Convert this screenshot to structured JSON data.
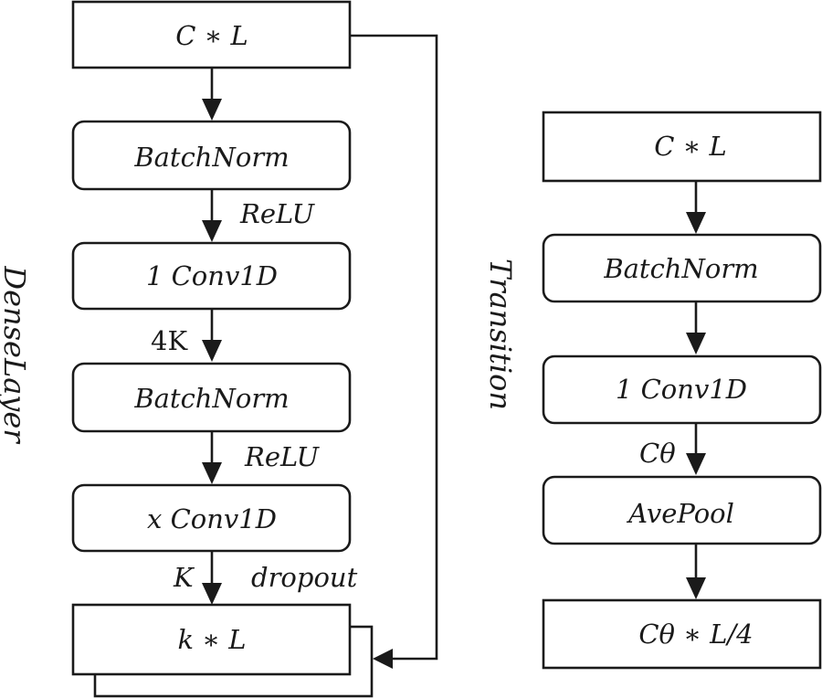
{
  "dense_layer": {
    "title": "DenseLayer",
    "input": "C ∗ L",
    "bn1": "BatchNorm",
    "relu1": "ReLU",
    "conv1": "1 Conv1D",
    "k4": "4K",
    "bn2": "BatchNorm",
    "relu2": "ReLU",
    "convx": "x Conv1D",
    "k": "K",
    "dropout": "dropout",
    "output": "k ∗ L"
  },
  "transition": {
    "title": "Transition",
    "input": "C ∗ L",
    "bn": "BatchNorm",
    "conv": "1 Conv1D",
    "ctheta": "Cθ",
    "pool": "AvePool",
    "output": "Cθ ∗ L/4"
  }
}
